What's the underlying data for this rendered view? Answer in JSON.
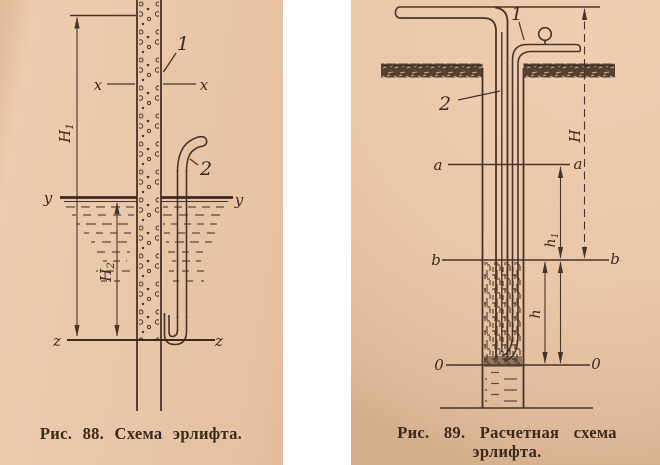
{
  "colors": {
    "page_bg": "#fdfdfc",
    "paper_left": "#e9c6a8",
    "paper_right": "#ebc7a9",
    "ink": "#46342a",
    "ink_dark": "#3a2a1f"
  },
  "figure88": {
    "caption": "Рис. 88. Схема эрлифта.",
    "labels": {
      "pipe1": "1",
      "pipe2": "2",
      "x_left": "x",
      "x_right": "x",
      "y_left": "y",
      "y_right": "y",
      "z_left": "z",
      "z_right": "z",
      "H1": {
        "base": "H",
        "sub": "1"
      },
      "H2": {
        "base": "H",
        "sub": "2"
      }
    }
  },
  "figure89": {
    "caption_line1": "Рис. 89. Расчетная схема",
    "caption_line2": "эрлифта.",
    "labels": {
      "pipe1": "1",
      "pipe2": "2",
      "a_left": "a",
      "a_right": "a",
      "b_left": "b",
      "b_right": "b",
      "zero_left": "0",
      "zero_right": "0",
      "H": "H",
      "h1": {
        "base": "h",
        "sub": "1"
      },
      "h": "h"
    }
  }
}
